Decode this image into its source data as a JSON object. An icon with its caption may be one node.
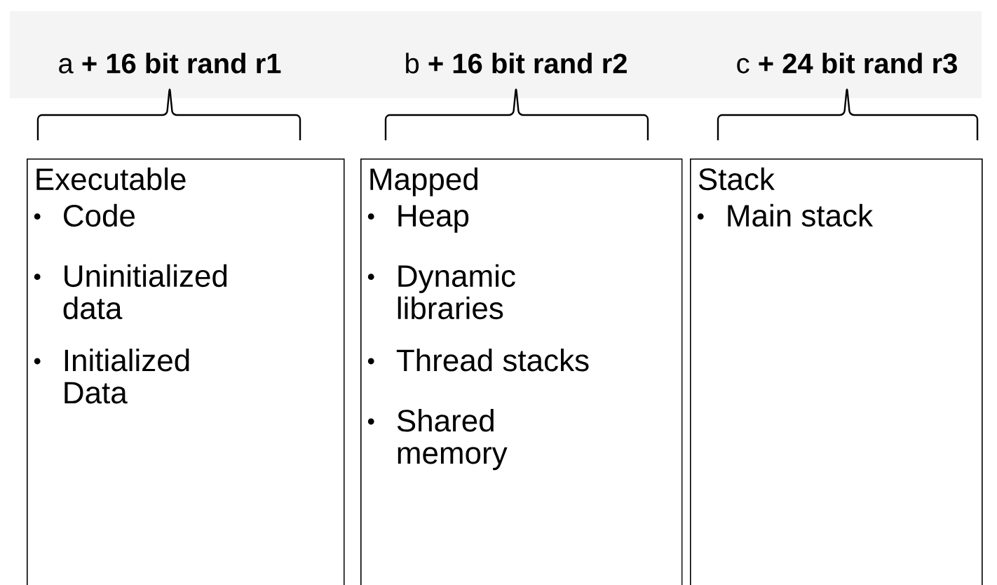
{
  "diagram": {
    "nodes": [
      {
        "text": [
          "Executable",
          "Code",
          "Uninitialized data",
          "Initialized Data"
        ]
      },
      {
        "text": [
          "Mapped",
          "Heap",
          "Dynamic libraries",
          "Thread stacks",
          "Shared memory"
        ]
      },
      {
        "text": [
          "Stack",
          "Main stack"
        ]
      }
    ],
    "labels": [
      "a **+ 16 bit rand r1**",
      "b **+ 16 bit rand r2**",
      "c **+ 24 bit rand r3**"
    ]
  }
}
